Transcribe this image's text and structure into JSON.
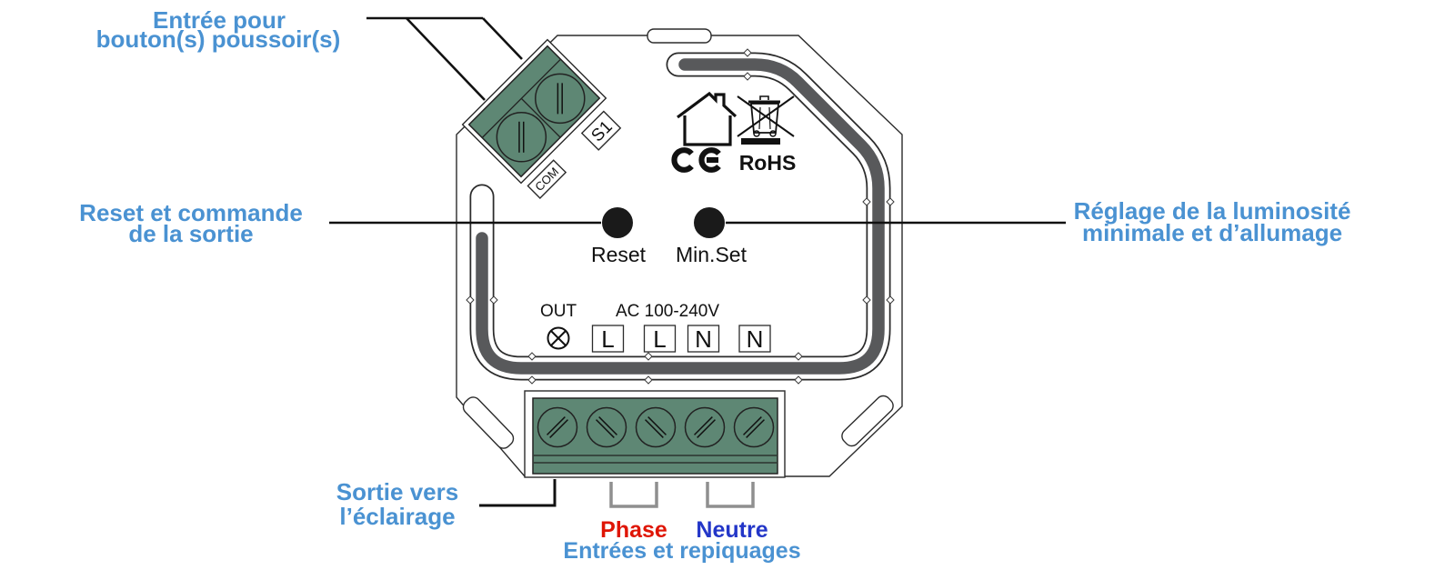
{
  "colors": {
    "label_blue": "#4A92D2",
    "neutral_blue": "#2336C8",
    "phase_red": "#DF1505",
    "terminal_green": "#5E8774",
    "wire_gray": "#58595B",
    "bracket_gray": "#8F8F8F"
  },
  "device": {
    "push_terminal": {
      "s1_label": "S1",
      "com_label": "COM"
    },
    "controls": {
      "reset_label": "Reset",
      "min_set_label": "Min.Set"
    },
    "output": {
      "out_label": "OUT"
    },
    "power": {
      "ac_label": "AC 100-240V",
      "terminals": [
        "L",
        "L",
        "N",
        "N"
      ]
    },
    "certifications": {
      "ce_mark": "CE",
      "rohs_label": "RoHS"
    }
  },
  "annotations": {
    "push_button_input": {
      "line1": "Entrée pour",
      "line2": "bouton(s) poussoir(s)"
    },
    "reset_command": {
      "line1": "Reset et commande",
      "line2": "de la sortie"
    },
    "min_brightness": {
      "line1": "Réglage de la luminosité",
      "line2": "minimale et d’allumage"
    },
    "light_output": {
      "line1": "Sortie vers",
      "line2": "l’éclairage"
    },
    "phase_label": "Phase",
    "neutral_label": "Neutre",
    "inputs_label": "Entrées et repiquages"
  }
}
